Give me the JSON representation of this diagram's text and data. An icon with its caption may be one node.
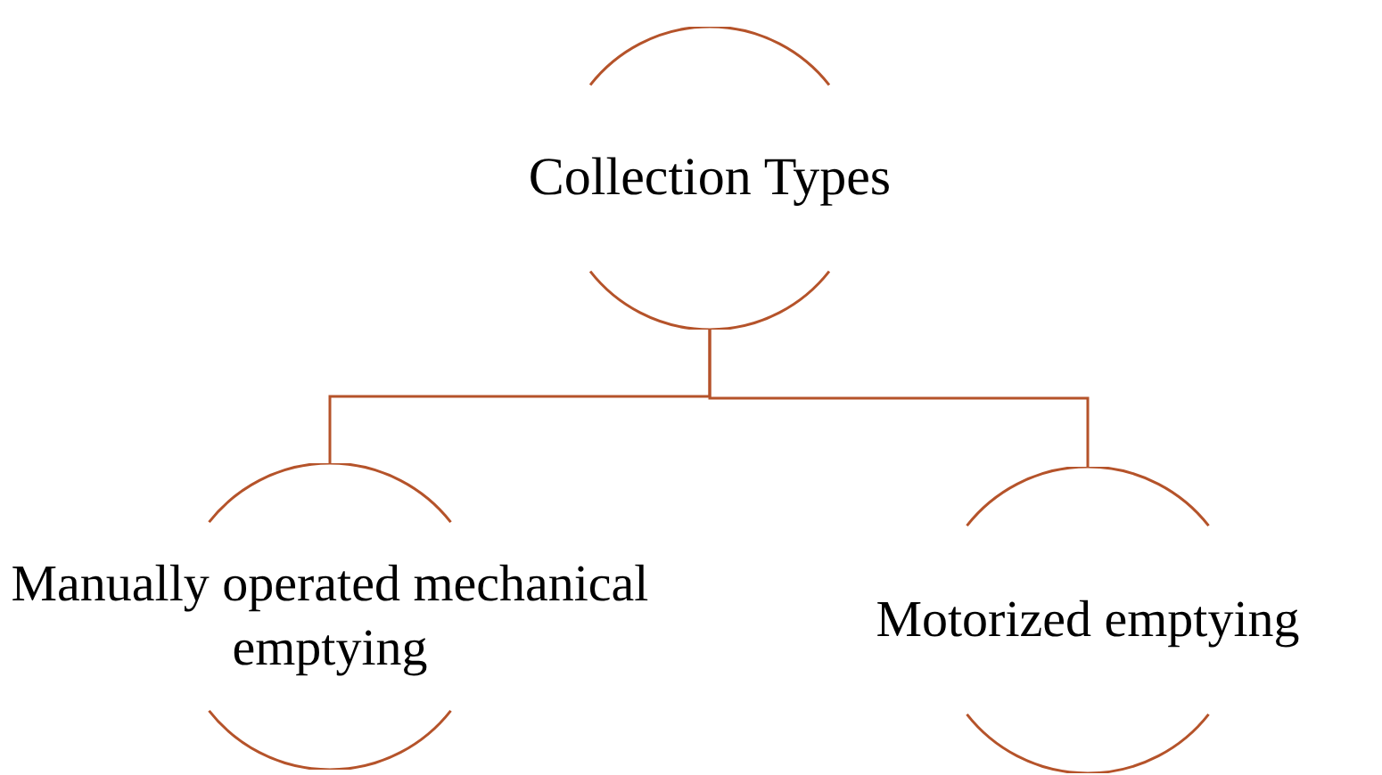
{
  "diagram": {
    "nodes": [
      {
        "text": [
          "Collection Types"
        ]
      },
      {
        "text": [
          "Manually operated mechanical emptying"
        ]
      },
      {
        "text": [
          "Motorized emptying"
        ]
      }
    ],
    "edges": [
      {
        "from": 0,
        "to": 1,
        "arrow": "none"
      },
      {
        "from": 0,
        "to": 2,
        "arrow": "none"
      }
    ]
  }
}
